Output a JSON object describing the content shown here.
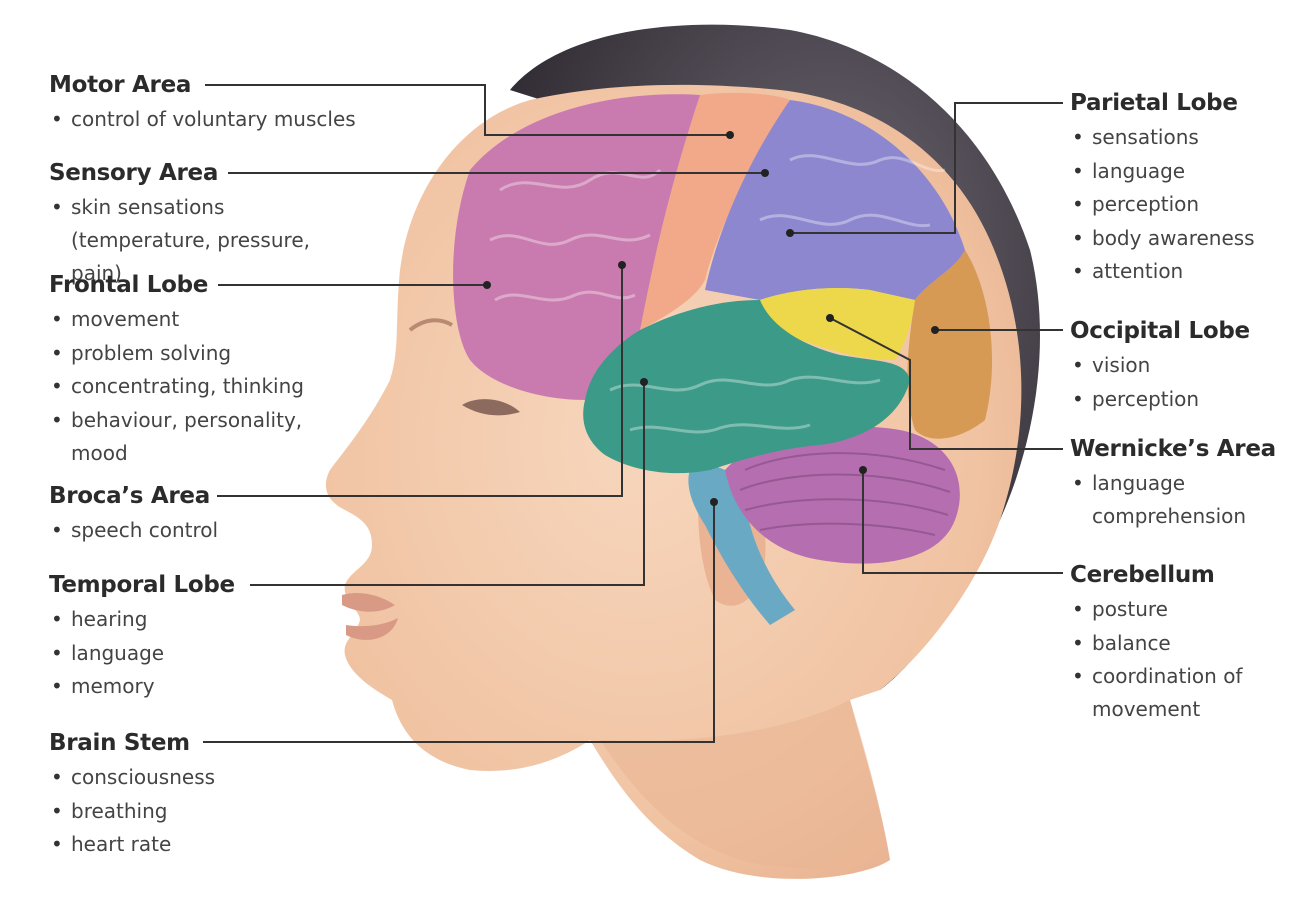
{
  "regions": {
    "motor_area": {
      "title": "Motor Area",
      "items": [
        "control of voluntary muscles"
      ]
    },
    "sensory_area": {
      "title": "Sensory Area",
      "items": [
        "skin sensations (temperature, pressure, pain)"
      ]
    },
    "frontal_lobe": {
      "title": "Frontal Lobe",
      "items": [
        "movement",
        "problem solving",
        "concentrating, thinking",
        "behaviour, personality, mood"
      ]
    },
    "brocas_area": {
      "title": "Broca’s Area",
      "items": [
        "speech control"
      ]
    },
    "temporal_lobe": {
      "title": "Temporal Lobe",
      "items": [
        "hearing",
        "language",
        "memory"
      ]
    },
    "brain_stem": {
      "title": "Brain Stem",
      "items": [
        "consciousness",
        "breathing",
        "heart rate"
      ]
    },
    "parietal_lobe": {
      "title": "Parietal Lobe",
      "items": [
        "sensations",
        "language",
        "perception",
        "body awareness",
        "attention"
      ]
    },
    "occipital_lobe": {
      "title": "Occipital Lobe",
      "items": [
        "vision",
        "perception"
      ]
    },
    "wernickes_area": {
      "title": "Wernicke’s Area",
      "items": [
        "language comprehension"
      ]
    },
    "cerebellum": {
      "title": "Cerebellum",
      "items": [
        "posture",
        "balance",
        "coordination of movement"
      ]
    }
  },
  "colors": {
    "frontal": "#c97bb0",
    "motor": "#f2a98a",
    "parietal": "#8d87cf",
    "occipital": "#d79a55",
    "wernicke": "#ecd84a",
    "temporal": "#3b9a88",
    "cerebellum": "#b56fb0",
    "brain_stem": "#6aa9c4",
    "skin": "#f2c8aa",
    "hair": "#3c3640",
    "leader_line": "#333333"
  }
}
